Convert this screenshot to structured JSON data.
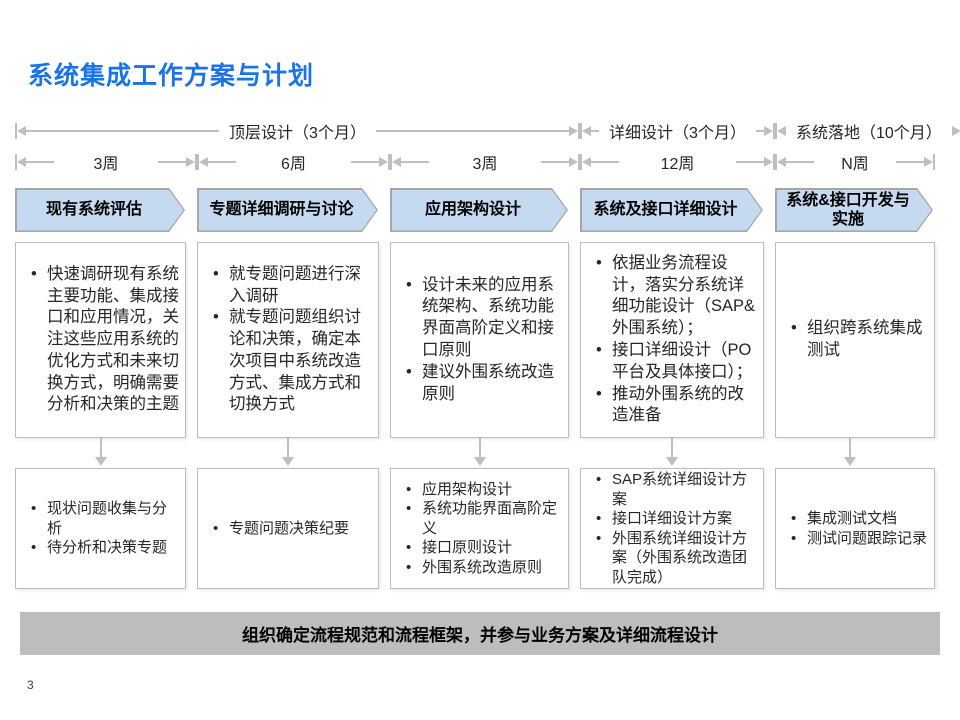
{
  "page": {
    "title": "系统集成工作方案与计划",
    "page_number": "3"
  },
  "timeline": {
    "phases": [
      {
        "label": "顶层设计（3个月）",
        "span_columns": 3
      },
      {
        "label": "详细设计（3个月）",
        "span_columns": 1
      },
      {
        "label": "系统落地（10个月）",
        "span_columns": 1
      }
    ],
    "weeks": [
      "3周",
      "6周",
      "3周",
      "12周",
      "N周"
    ]
  },
  "columns": [
    {
      "header": "现有系统评估",
      "activities": [
        "快速调研现有系统主要功能、集成接口和应用情况，关注这些应用系统的优化方式和未来切换方式，明确需要分析和决策的主题"
      ],
      "deliverables": [
        "现状问题收集与分析",
        "待分析和决策专题"
      ]
    },
    {
      "header": "专题详细调研与讨论",
      "activities": [
        "就专题问题进行深入调研",
        "就专题问题组织讨论和决策，确定本次项目中系统改造方式、集成方式和切换方式"
      ],
      "deliverables": [
        "专题问题决策纪要"
      ]
    },
    {
      "header": "应用架构设计",
      "activities": [
        "设计未来的应用系统架构、系统功能界面高阶定义和接口原则",
        "建议外围系统改造原则"
      ],
      "deliverables": [
        "应用架构设计",
        "系统功能界面高阶定义",
        "接口原则设计",
        "外围系统改造原则"
      ]
    },
    {
      "header": "系统及接口详细设计",
      "activities": [
        "依据业务流程设计，落实分系统详细功能设计（SAP&外围系统）；",
        "接口详细设计（PO平台及具体接口）；",
        "推动外围系统的改造准备"
      ],
      "deliverables": [
        "SAP系统详细设计方案",
        "接口详细设计方案",
        "外围系统详细设计方案（外围系统改造团队完成）"
      ]
    },
    {
      "header": "系统&接口开发与实施",
      "activities": [
        "组织跨系统集成测试"
      ],
      "deliverables": [
        "集成测试文档",
        "测试问题跟踪记录"
      ]
    }
  ],
  "footer_bar": {
    "label": "组织确定流程规范和流程框架，并参与业务方案及详细流程设计"
  },
  "colors": {
    "title_blue": "#1B73E8",
    "chevron_fill": "#C5D9F1",
    "chevron_border": "#A6A6A6",
    "arrow_gray": "#BFBFBF",
    "footer_gray": "#BDBDBD",
    "text": "#262626"
  }
}
